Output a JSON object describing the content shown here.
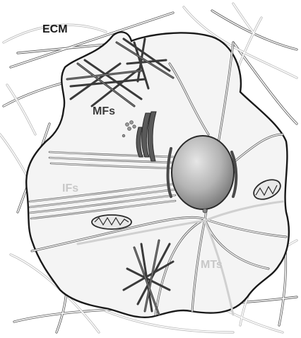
{
  "labels": {
    "ecm": "ECM",
    "mfs": "MFs",
    "ifs": "IFs",
    "mts": "MTs"
  },
  "colors": {
    "cell_fill": "#f4f4f4",
    "cell_outline": "#1a1a1a",
    "ecm_fiber": "#bdbdbd",
    "microfilament": "#4a4a4a",
    "intermediate_filament": "#d0d0d0",
    "microtubule": "#cfcfcf",
    "nucleus": "#a8a8a8",
    "label_dark": "#1a1a1a",
    "label_mid": "#3a3a3a",
    "label_light": "#c8c8c8"
  }
}
